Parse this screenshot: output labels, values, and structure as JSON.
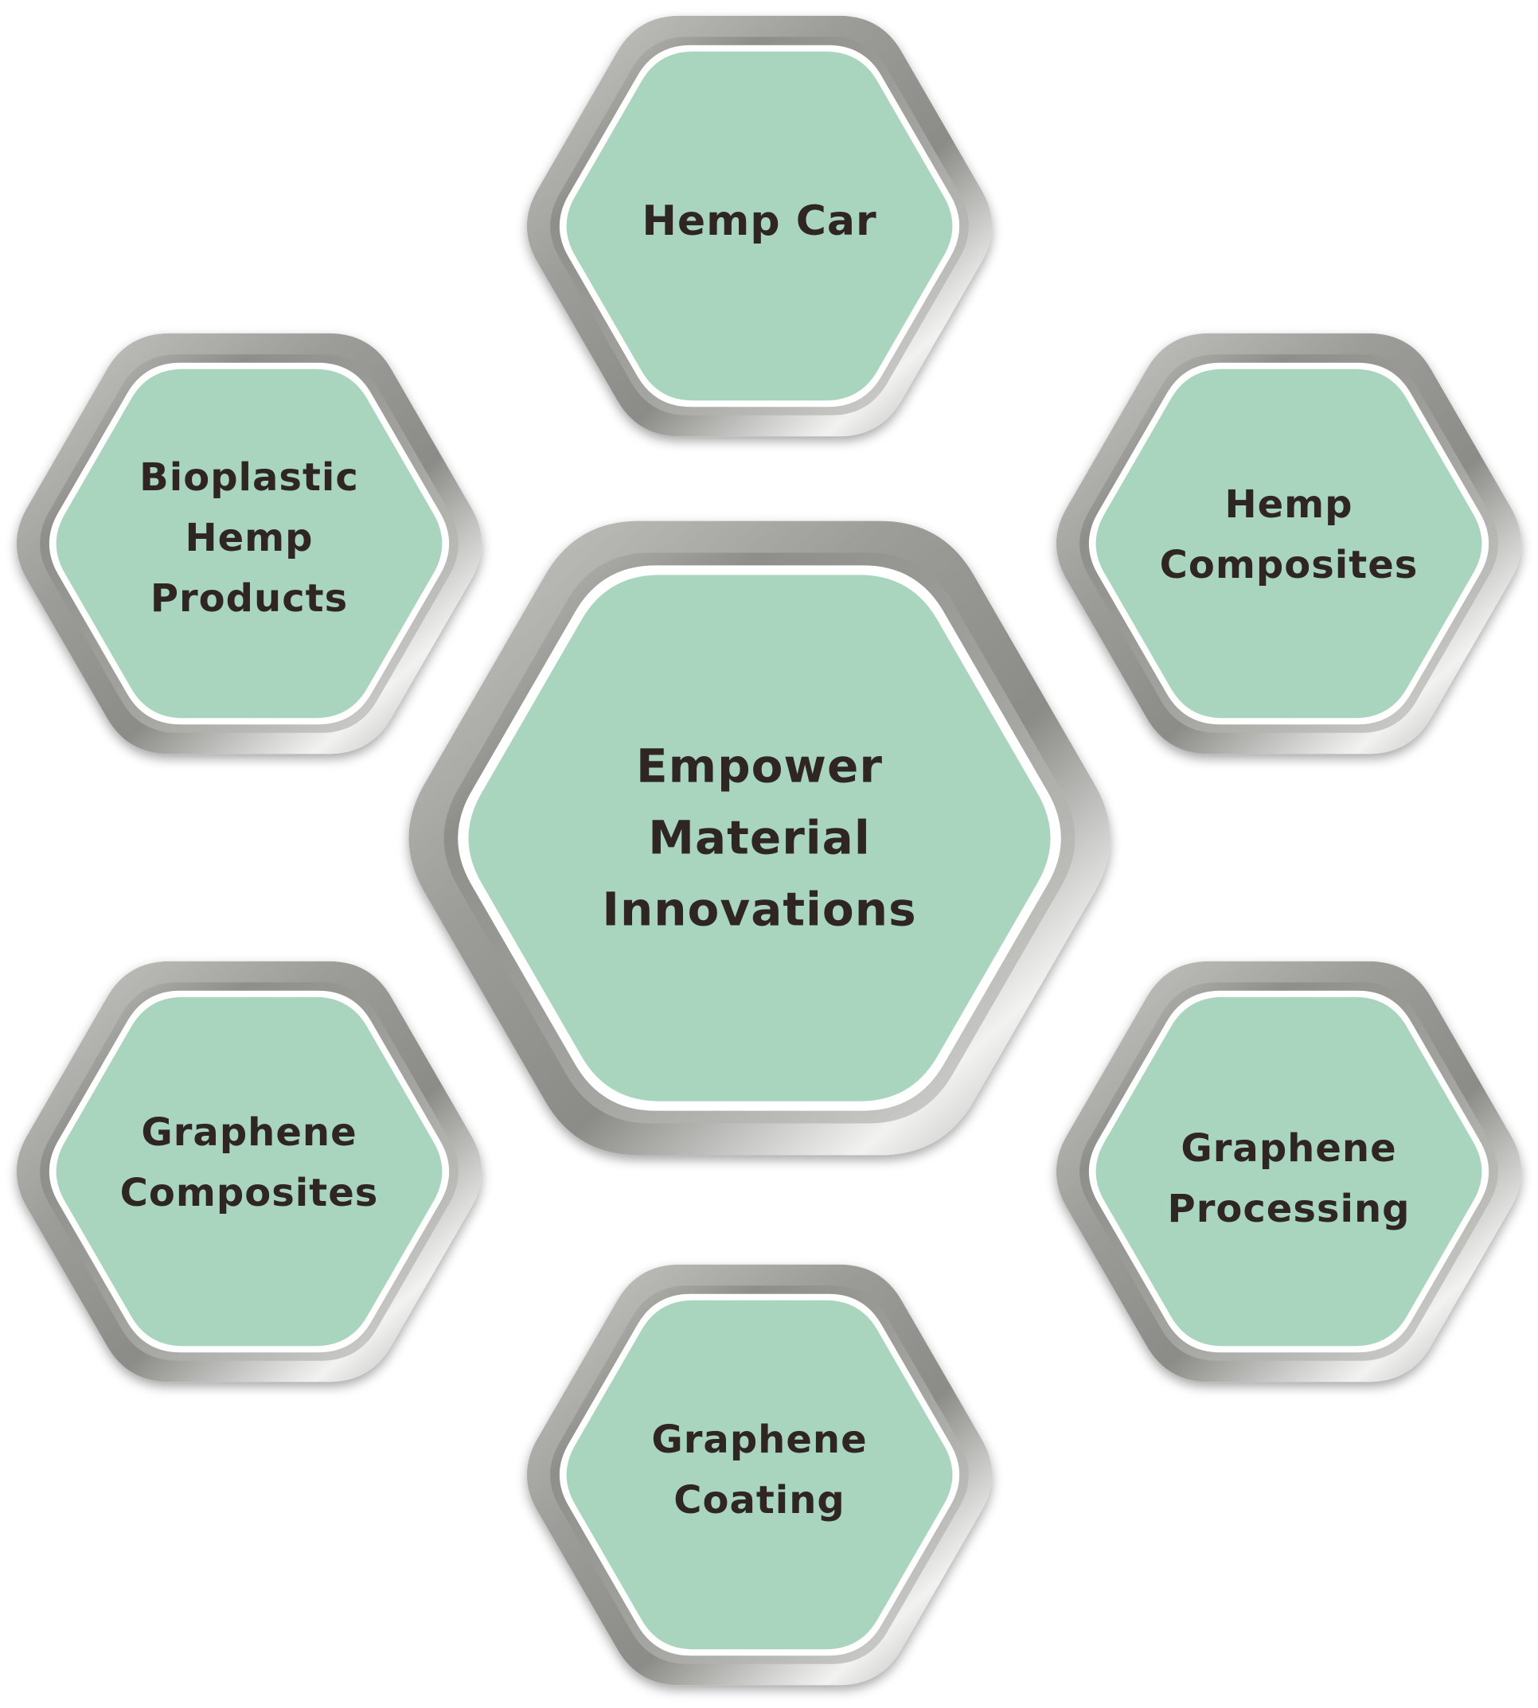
{
  "center": {
    "label_lines": [
      "Empower",
      "Material",
      "Innovations"
    ]
  },
  "satellites": [
    {
      "id": "hemp-car",
      "label_lines": [
        "Hemp Car"
      ]
    },
    {
      "id": "bioplastic-hemp-products",
      "label_lines": [
        "Bioplastic",
        "Hemp",
        "Products"
      ]
    },
    {
      "id": "hemp-composites",
      "label_lines": [
        "Hemp",
        "Composites"
      ]
    },
    {
      "id": "graphene-composites",
      "label_lines": [
        "Graphene",
        "Composites"
      ]
    },
    {
      "id": "graphene-processing",
      "label_lines": [
        "Graphene",
        "Processing"
      ]
    },
    {
      "id": "graphene-coating",
      "label_lines": [
        "Graphene",
        "Coating"
      ]
    }
  ],
  "colors": {
    "hex_fill": "#a9d5bf",
    "frame_light": "#e2e2e0",
    "frame_dark": "#8a8a86",
    "text": "#2f2624"
  }
}
